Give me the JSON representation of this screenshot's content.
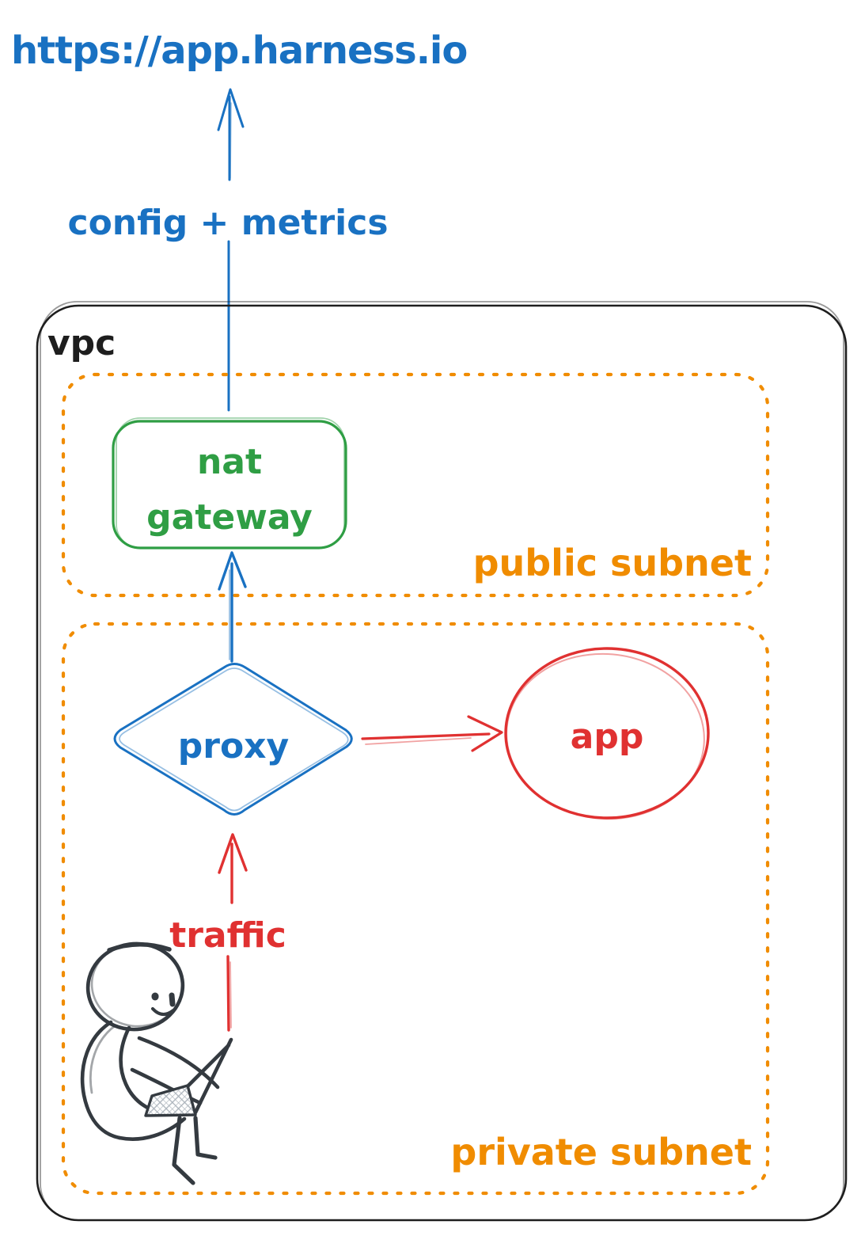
{
  "colors": {
    "blue": "#1971c2",
    "green": "#2f9e44",
    "orange": "#f08c00",
    "red": "#e03131",
    "ink": "#1e1e1e",
    "figure": "#343a40"
  },
  "external": {
    "url": "https://app.harness.io"
  },
  "arrows": {
    "config_metrics_label": "config + metrics",
    "traffic_label": "traffic"
  },
  "vpc": {
    "label": "vpc",
    "public_subnet": {
      "label": "public subnet",
      "nat_gateway": {
        "line1": "nat",
        "line2": "gateway"
      }
    },
    "private_subnet": {
      "label": "private subnet",
      "proxy": {
        "label": "proxy"
      },
      "app": {
        "label": "app"
      }
    }
  }
}
